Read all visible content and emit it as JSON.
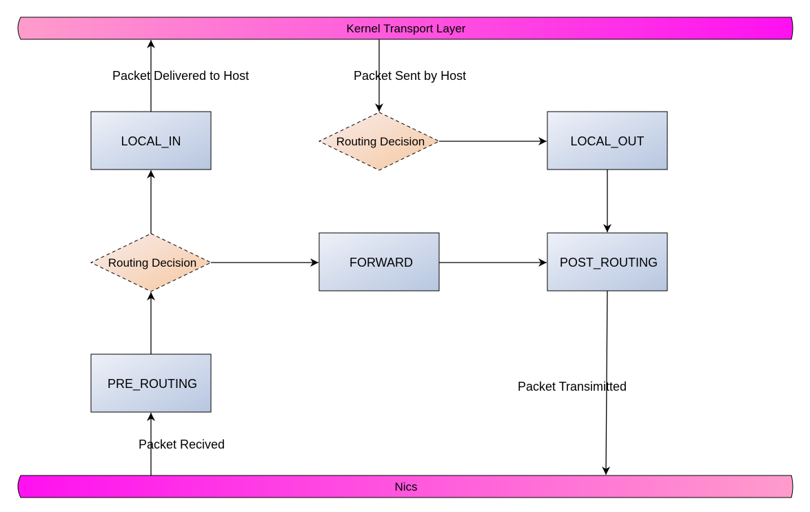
{
  "bars": {
    "top": {
      "label": "Kernel Transport Layer"
    },
    "bottom": {
      "label": "Nics"
    }
  },
  "nodes": {
    "local_in": "LOCAL_IN",
    "local_out": "LOCAL_OUT",
    "forward": "FORWARD",
    "post_routing": "POST_ROUTING",
    "pre_routing": "PRE_ROUTING",
    "routing_top": "Routing Decision",
    "routing_left": "Routing Decision"
  },
  "edges": {
    "delivered": "Packet Delivered to Host",
    "sent": "Packet Sent by Host",
    "transmitted": "Packet Transimitted",
    "received": "Packet Recived"
  },
  "colors": {
    "bar_light": "#ff9ccb",
    "bar_dark": "#ff10f0",
    "box_light": "#eef1f8",
    "box_dark": "#b7c6e0",
    "diamond_light": "#f8ecec",
    "diamond_dark": "#f6c8a0",
    "stroke": "#000000"
  }
}
